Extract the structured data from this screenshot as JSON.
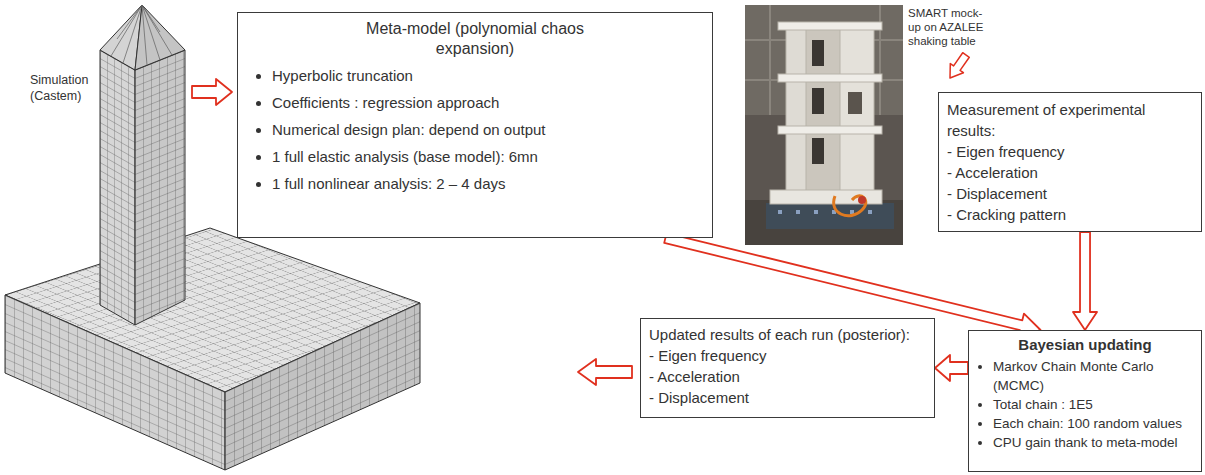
{
  "diagram": {
    "nodes": [
      {
        "text": [
          "Meta-model (polynomial chaos expansion)",
          "Hyperbolic truncation",
          "Coefficients : regression approach",
          "Numerical design plan: depend on output",
          "1 full elastic analysis (base model): 6mn",
          "1 full nonlinear analysis: 2 – 4 days"
        ]
      },
      {
        "text": [
          "Measurement of experimental results:",
          "- Eigen frequency",
          "- Acceleration",
          "- Displacement",
          "- Cracking pattern"
        ]
      },
      {
        "text": [
          "Bayesian updating",
          "Markov Chain Monte Carlo (MCMC)",
          "Total chain : 1E5",
          "Each chain: 100 random values",
          "CPU gain thank to meta-model"
        ]
      },
      {
        "text": [
          "Updated results of each run (posterior):",
          "- Eigen frequency",
          "- Acceleration",
          "- Displacement"
        ]
      }
    ],
    "edges": [
      {
        "from": 0,
        "to": 2,
        "arrow": "to"
      },
      {
        "from": 1,
        "to": 2,
        "arrow": "to"
      },
      {
        "from": 2,
        "to": 3,
        "arrow": "to"
      }
    ],
    "labels": [
      "Simulation (Castem)",
      "SMART mock-up on AZALEE shaking table"
    ]
  }
}
